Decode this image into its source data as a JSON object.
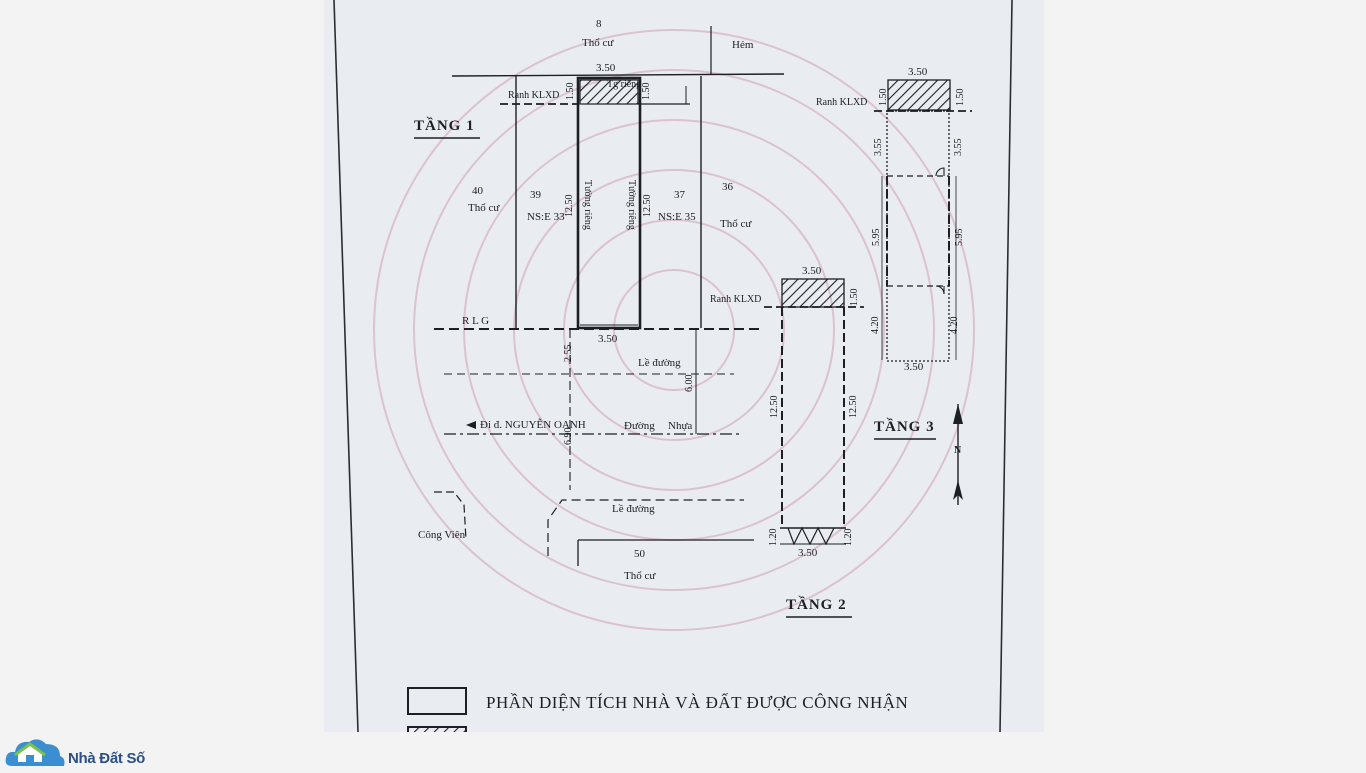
{
  "document": {
    "floor1": {
      "title": "TẦNG 1",
      "top_lot_number": "8",
      "top_lot_use": "Thổ cư",
      "alley": "Hẻm",
      "frontage_top": "3.50",
      "setback_label": "Ranh KLXD",
      "setback_1": "1.50",
      "setback_2": "1.50",
      "private_wall_top": "Tg riêng",
      "lot_40": "40",
      "lot_40_use": "Thổ cư",
      "lot_39": "39",
      "lot_39_house": "NS:E 33",
      "depth_left": "12.50",
      "private_wall_left": "Tường riêng",
      "private_wall_right": "Tường riêng",
      "depth_right": "12.50",
      "lot_37": "37",
      "lot_37_house": "NS:E 35",
      "lot_36": "36",
      "lot_36_use": "Thổ cư",
      "road_boundary": "R L G",
      "frontage_bottom": "3.50",
      "sidewalk_1": "Lề đường",
      "sidewalk_width": "2.55",
      "road_width": "6.00",
      "direction": "Đi đ. NGUYỄN OANH",
      "road": "Đường",
      "road_surface": "Nhựa",
      "road_depth": "6.90",
      "sidewalk_2": "Lề đường",
      "park": "Công Viên",
      "lot_50": "50",
      "lot_50_use": "Thổ cư"
    },
    "floor2": {
      "title": "TẦNG 2",
      "setback_label": "Ranh KLXD",
      "width_top": "3.50",
      "setback": "1.50",
      "depth_left": "12.50",
      "depth_right": "12.50",
      "stair_left": "1.20",
      "stair_right": "1.20",
      "width_bottom": "3.50"
    },
    "floor3": {
      "title": "TẦNG 3",
      "setback_label": "Ranh KLXD",
      "width_top": "3.50",
      "setback_left": "1.50",
      "setback_right": "1.50",
      "seg1_left": "3.55",
      "seg1_right": "3.55",
      "seg2_left": "5.95",
      "seg2_right": "5.95",
      "seg3_left": "4.20",
      "seg3_right": "4.20",
      "width_bottom": "3.50"
    },
    "north_arrow": "N",
    "legend": {
      "recognized_area": "PHẦN DIỆN TÍCH NHÀ VÀ ĐẤT ĐƯỢC CÔNG NHẬN"
    }
  },
  "logo": {
    "brand": "Nhà Đất Số"
  },
  "colors": {
    "paper": "#e9edf1",
    "ink": "#1d1f25",
    "seal": "#d8b8c4",
    "brand": "#2b4f86",
    "brand_house": "#3b8fd0",
    "brand_roof": "#7cc14a"
  }
}
